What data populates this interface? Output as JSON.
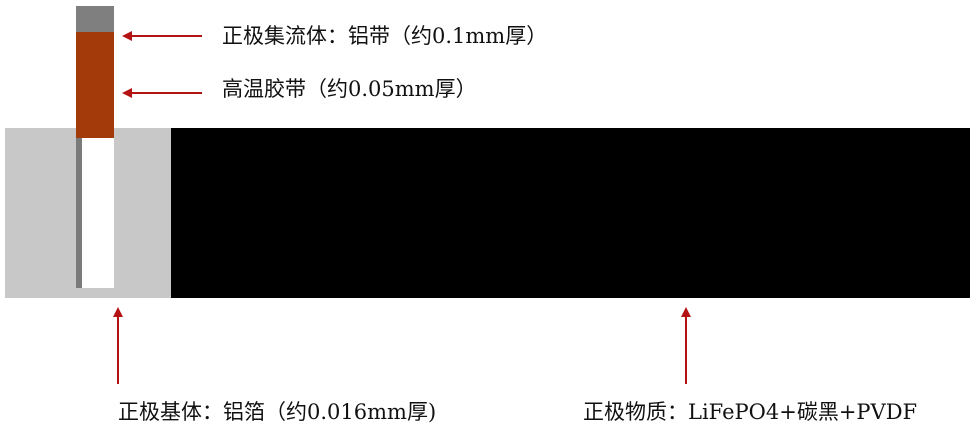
{
  "labels": {
    "tab": "正极集流体：铝带（约0.1mm厚）",
    "tape": "高温胶带（约0.05mm厚）",
    "foil": "正极基体：铝箔（约0.016mm厚)",
    "active": "正极物质：LiFePO4+碳黑+PVDF"
  },
  "colors": {
    "foil": "#c8c8c8",
    "active_material": "#000000",
    "tab_top": "#7f7f7f",
    "tape": "#a33a0a",
    "tab_shadow": "#7a7a7a",
    "tab_body": "#ffffff",
    "arrow": "#b31313"
  }
}
